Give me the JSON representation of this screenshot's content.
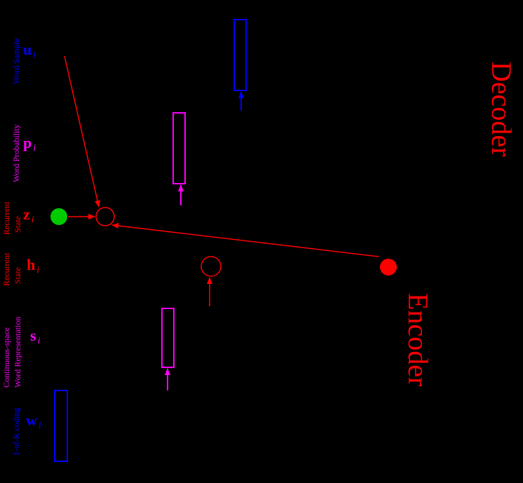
{
  "labels": {
    "decoder": "Decoder",
    "encoder": "Encoder"
  },
  "rows": {
    "u": {
      "desc1": "Word Sample",
      "desc2": "",
      "symbol": "u",
      "sub": "i"
    },
    "p": {
      "desc1": "Word Probability",
      "desc2": "",
      "symbol": "p",
      "sub": "i"
    },
    "z": {
      "desc1": "Recurrent",
      "desc2": "State",
      "symbol": "z",
      "sub": "i"
    },
    "h": {
      "desc1": "Recurrent",
      "desc2": "State",
      "symbol": "h",
      "sub": "i"
    },
    "s": {
      "desc1": "Continuous-space",
      "desc2": "Word Representation",
      "symbol": "s",
      "sub": "i"
    },
    "w": {
      "desc1": "1-of-K coding",
      "desc2": "",
      "symbol": "w",
      "sub": "i"
    }
  },
  "colors": {
    "background": "#000000",
    "blue": "#0000ff",
    "magenta": "#ff00ff",
    "red": "#ff0000",
    "green": "#00cc00"
  }
}
